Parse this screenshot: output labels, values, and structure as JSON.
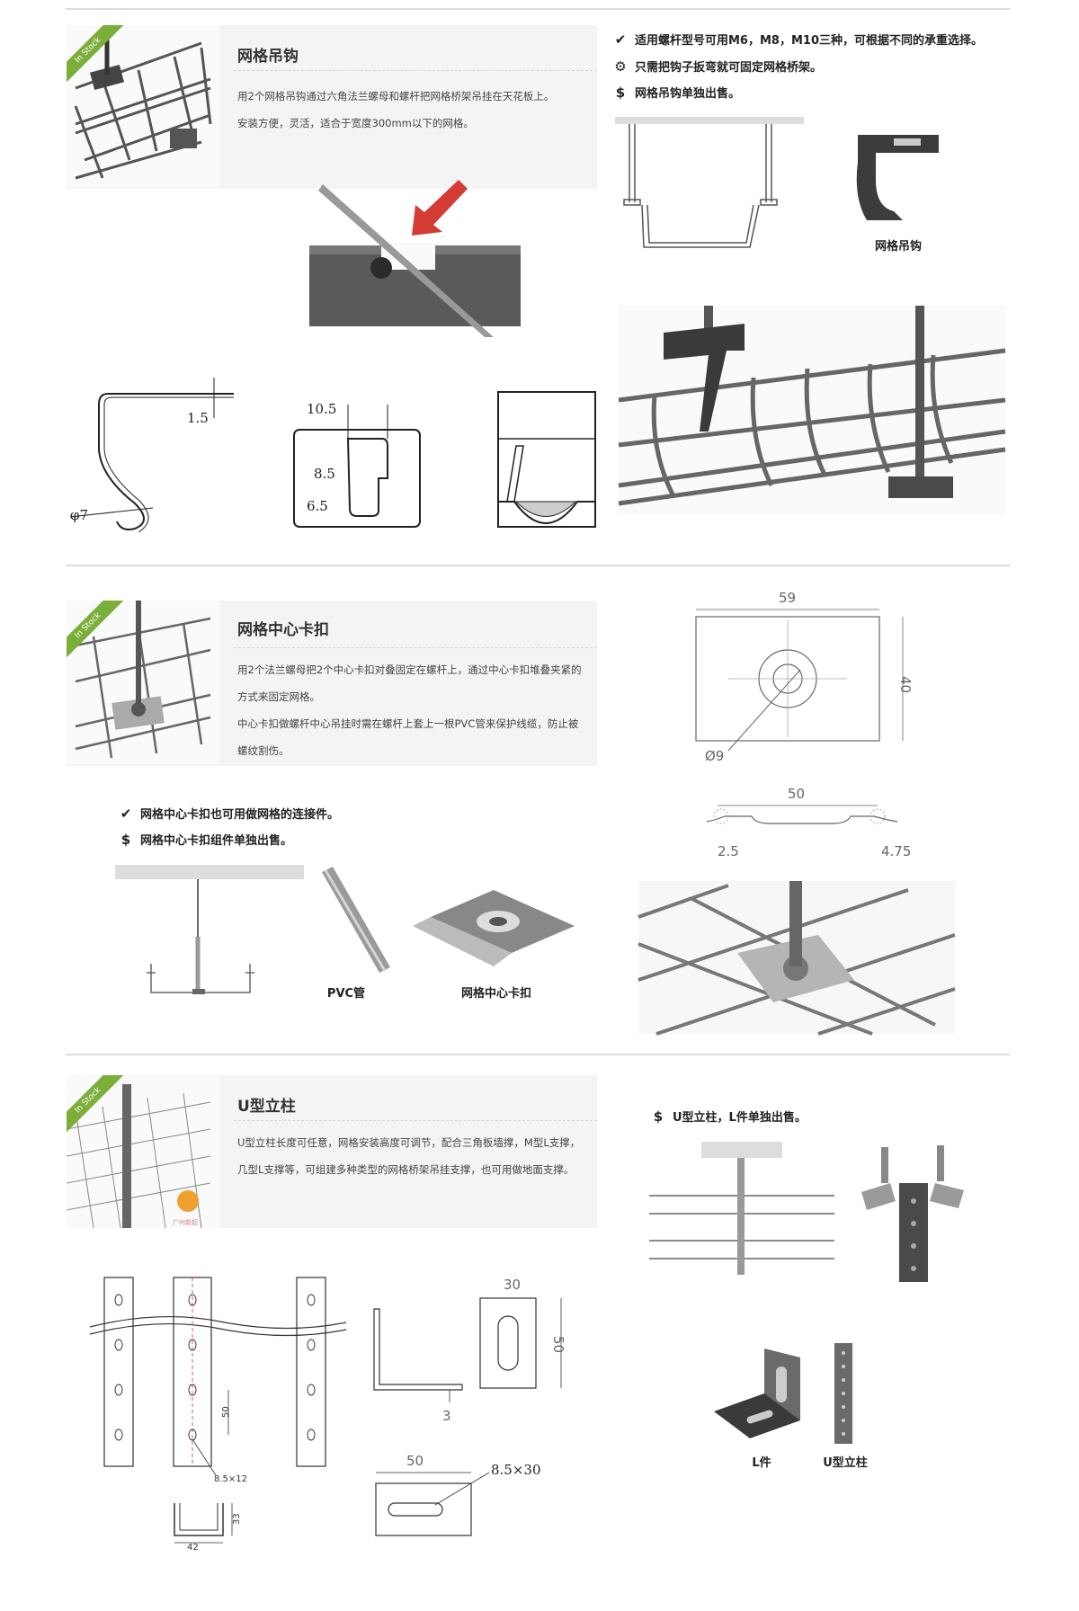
{
  "badge": "In Stock",
  "section1": {
    "title": "网格吊钩",
    "desc": [
      "用2个网格吊钩通过六角法兰螺母和螺杆把网格桥架吊挂在天花板上。",
      "安装方便，灵活，适合于宽度300mm以下的网格。"
    ],
    "features": [
      {
        "icon": "check-icon",
        "text": "适用螺杆型号可用M6，M8，M10三种，可根据不同的承重选择。"
      },
      {
        "icon": "gear-icon",
        "text": "只需把钩子扳弯就可固定网格桥架。"
      },
      {
        "icon": "dollar-icon",
        "text": "网格吊钩单独出售。"
      }
    ],
    "product_caption": "网格吊钩",
    "dims": {
      "hook_thickness": "1.5",
      "hook_diameter": "φ7",
      "slot_a": "10.5",
      "slot_b": "8.5",
      "slot_c": "6.5"
    }
  },
  "section2": {
    "title": "网格中心卡扣",
    "desc": [
      "用2个法兰螺母把2个中心卡扣对叠固定在螺杆上，通过中心卡扣堆叠夹紧的方式来固定网格。",
      "中心卡扣做螺杆中心吊挂时需在螺杆上套上一根PVC管来保护线缆，防止被螺纹割伤。"
    ],
    "features": [
      {
        "icon": "check-icon",
        "text": "网格中心卡扣也可用做网格的连接件。"
      },
      {
        "icon": "dollar-icon",
        "text": "网格中心卡扣组件单独出售。"
      }
    ],
    "captions": {
      "pvc": "PVC管",
      "clip": "网格中心卡扣"
    },
    "dims": {
      "width": "59",
      "height": "40",
      "hole": "Ø9",
      "length": "50",
      "left_h": "2.5",
      "right_h": "4.75"
    }
  },
  "section3": {
    "title": "U型立柱",
    "desc": [
      "U型立柱长度可任意，网格安装高度可调节，配合三角板墙撑，M型L支撑，几型L支撑等，可组建多种类型的网格桥架吊挂支撑，也可用做地面支撑。"
    ],
    "features": [
      {
        "icon": "dollar-icon",
        "text": "U型立柱，L件单独出售。"
      }
    ],
    "captions": {
      "l_part": "L件",
      "u_column": "U型立柱"
    },
    "thumb_watermark": "广州新起",
    "dims": {
      "pitch": "50",
      "slot": "8.5×12",
      "u_height": "33",
      "u_width": "42",
      "plate_w": "30",
      "plate_h": "50",
      "l_thick": "3",
      "l_w": "50",
      "l_slot": "8.5×30"
    }
  }
}
